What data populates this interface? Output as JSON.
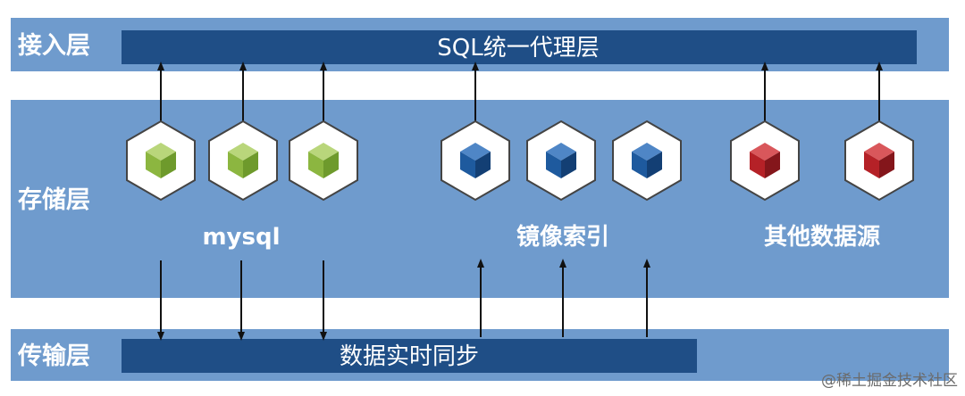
{
  "layers": {
    "access_label": "接入层",
    "storage_label": "存储层",
    "transport_label": "传输层"
  },
  "access_bar_text": "SQL统一代理层",
  "transport_bar_text": "数据实时同步",
  "groups": {
    "mysql": "mysql",
    "mirror_index": "镜像索引",
    "other_sources": "其他数据源"
  },
  "watermark": "@稀土掘金技术社区",
  "colors": {
    "band": "#6f9bcd",
    "bar": "#1f4e86",
    "arrow": "#111111",
    "cube_green": "#8cb640",
    "cube_blue": "#1e5a9e",
    "cube_red": "#b52127"
  }
}
